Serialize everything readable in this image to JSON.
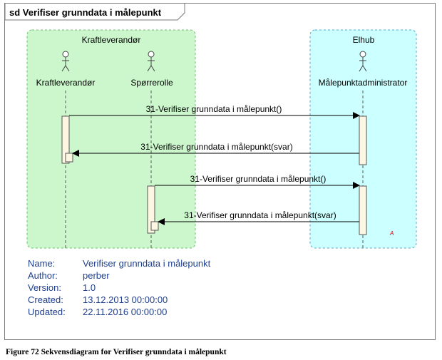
{
  "frame": {
    "title": "sd Verifiser grunndata i målepunkt"
  },
  "groups": [
    {
      "id": "kraftleverandor",
      "label": "Kraftleverandør",
      "color": "#ccf7cc"
    },
    {
      "id": "elhub",
      "label": "Elhub",
      "color": "#ccffff"
    }
  ],
  "actors": [
    {
      "id": "kraftleverandor",
      "label": "Kraftleverandør"
    },
    {
      "id": "sporrerolle",
      "label": "Spørrerolle"
    },
    {
      "id": "malepunktadministrator",
      "label": "Målepunktadministrator"
    }
  ],
  "messages": [
    {
      "from": "kraftleverandor",
      "to": "malepunktadministrator",
      "label": "31-Verifiser grunndata i målepunkt()",
      "style": "solid"
    },
    {
      "from": "malepunktadministrator",
      "to": "kraftleverandor",
      "label": "31-Verifiser grunndata i målepunkt(svar)",
      "style": "solid"
    },
    {
      "from": "sporrerolle",
      "to": "malepunktadministrator",
      "label": "31-Verifiser grunndata i målepunkt()",
      "style": "solid"
    },
    {
      "from": "malepunktadministrator",
      "to": "sporrerolle",
      "label": "31-Verifiser grunndata i målepunkt(svar)",
      "style": "solid"
    }
  ],
  "note_mark": "A",
  "details": [
    {
      "key": "Name:",
      "value": "Verifiser grunndata i målepunkt"
    },
    {
      "key": "Author:",
      "value": "perber"
    },
    {
      "key": "Version:",
      "value": "1.0"
    },
    {
      "key": "Created:",
      "value": "13.12.2013 00:00:00"
    },
    {
      "key": "Updated:",
      "value": "22.11.2016 00:00:00"
    }
  ],
  "caption": "Figure 72 Sekvensdiagram for Verifiser grunndata i målepunkt"
}
